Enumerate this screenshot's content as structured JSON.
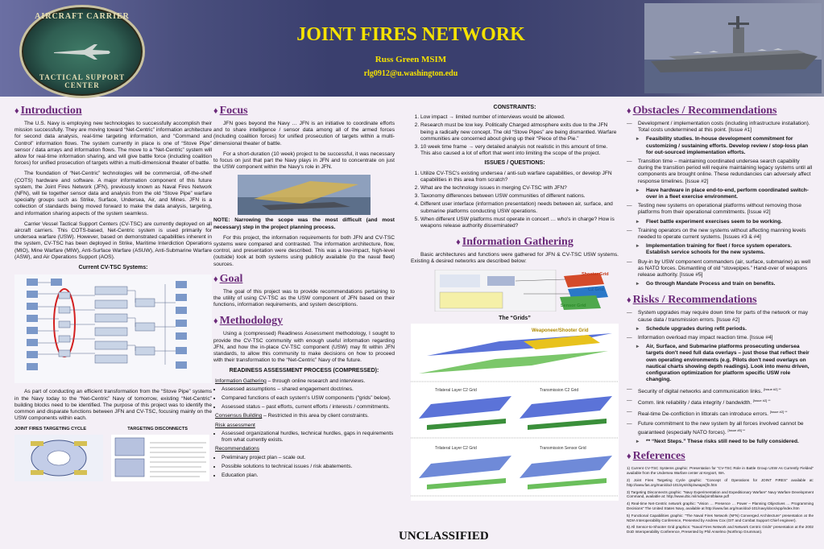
{
  "header": {
    "logo_top": "AIRCRAFT CARRIER",
    "logo_bottom": "TACTICAL SUPPORT CENTER",
    "title": "JOINT FIRES NETWORK",
    "authors": "Russ Green   MSIM",
    "email": "rlg0912@u.washington.edu"
  },
  "intro": {
    "heading": "Introduction",
    "p1": "The U.S. Navy is employing new technologies to successfully accomplish their mission successfully.  They are moving toward “Net-Centric” information architecture for second data analysis, real-time targeting information, and “Command and Control” information flows.  The system currently in place is one of “Stove Pipe” sensor / data arrays and information flows.  The move to a “Net-Centric” system will allow for real-time information sharing, and will give battle force (including coalition forces) for unified prosecution of targets within a multi-dimensional theater of battle.",
    "p2": "The foundation of “Net-Centric” technologies will be commercial, off-the-shelf (COTS) hardware and software.  A major information component of this future system, the Joint Fires Network (JFN), previously known as Naval Fires Network (NFN), will tie together sensor data and analysis from the old “Stove Pipe” warfare specialty groups such as Strike, Surface, Undersea, Air, and Mines.  JFN is a collection of standards being moved forward to make the data analysis, targeting, and information sharing aspects of the system seamless.",
    "p3": "Carrier Vessel Tactical Support Centers (CV-TSC) are currently deployed on all aircraft carriers.  This COTS-based, Net-Centric system is used primarily for undersea warfare (USW).  However, based on demonstrated capabilities inherent in the system, CV-TSC has been deployed in Strike, Maritime Interdiction Operations (MIO), Mine Warfare (MIW), Anti-Surface Warfare (ASUW), Anti-Submarine Warfare (ASW), and Air Operations Support (AOS).",
    "systems_caption": "Current CV-TSC Systems:",
    "p4": "As part of conducting an efficient transformation from the “Stove Pipe” systems in the Navy today to the “Net-Centric” Navy of tomorrow, existing “Net-Centric” building blocks need to be identified.  The purpose of this project was to identify the common and disparate functions between JFN and CV-TSC, focusing mainly on the USW components within each.",
    "cap_left": "JOINT FIRES TARGETING CYCLE",
    "cap_right": "TARGETING DISCONNECTS"
  },
  "focus": {
    "heading": "Focus",
    "p1": "JFN goes beyond the Navy … JFN is an initiative to coordinate efforts and to share intelligence / sensor data among all of the armed forces (including coalition forces) for unified prosecution of targets within a multi-dimensional theater of battle.",
    "p2": "For a short-duration (10 week) project to be successful, it was necessary to focus on just that part the Navy plays in JFN and to concentrate on just the USW component within the Navy's role in JFN.",
    "note": "NOTE:  Narrowing the scope was the most difficult (and most necessary) step in the project planning process.",
    "p3": "For this project, the information requirements for both JFN and CV-TSC systems were compared and contrasted.  The information architecture, flow, control, and presentation were described.  This was a low-impact, high-level (outside) look at both systems using publicly available (to the naval fleet) sources."
  },
  "goal": {
    "heading": "Goal",
    "p1": "The goal of this project was to provide recommendations pertaining to the utility of using CV-TSC as the USW component of JFN based on their functions, information requirements, and system descriptions."
  },
  "method": {
    "heading": "Methodology",
    "p1": "Using a (compressed) Readiness Assessment methodology, I sought to provide the CV-TSC community with enough useful information regarding JFN, and how the in-place CV-TSC component (USW) may fit within JFN standards, to allow this community to make decisions on how to proceed with their transformation to the “Net-Centric” Navy of the future.",
    "subhead": "READINESS ASSESSMENT PROCESS (COMPRESSED):",
    "line1_u": "Information Gathering",
    "line1_rest": " – through online research and interviews.",
    "b1": "Assessed assumptions – shared engagement doctrines.",
    "b2": "Compared functions of each system's USW components (“grids” below).",
    "b3": "Assessed status – past efforts, current efforts / interests / commitments.",
    "line2_u": "Consensus Building",
    "line2_rest": " – Restricted in this area by client constraints.",
    "line3_u": "Risk assessment",
    "b4": "Assessed organizational hurdles, technical hurdles, gaps in requirements from what currently exists.",
    "line4_u": "Recommendations",
    "b5": "Preliminary project plan – scale out.",
    "b6": "Possible solutions to technical issues / risk abatements.",
    "b7": "Education plan."
  },
  "constraints": {
    "heading": "CONSTRAINTS:",
    "c1": "Low impact → limited number of interviews would be allowed.",
    "c2": "Research must be low key.  Politically Charged atmosphere exits due to the JFN being a radically new concept.  The old “Stove Pipes” are being dismantled.  Warfare communities are concerned about giving up their “Piece of the Pie.”",
    "c3": "10 week time frame → very detailed analysis not realistic in this amount of time.  This also caused a lot of effort that went into limiting the scope of the project.",
    "issues_heading": "ISSUES / QUESTIONS:",
    "q1": "Utilize CV-TSC's existing undersea / anti-sub warfare capabilities, or develop JFN capabilities in this area from scratch?",
    "q2": "What are the technology issues in merging CV-TSC with JFN?",
    "q3": "Taxonomy differences between USW communities of different nations.",
    "q4": "Different user interface (information presentation) needs between air, surface, and submarine platforms conducting USW operations.",
    "q5": "When different USW platforms must operate in concert … who's in charge?  How  is weapons release authority disseminated?"
  },
  "info": {
    "heading": "Information Gathering",
    "p1": "Basic architectures and functions were gathered for JFN & CV-TSC USW systems.  Existing & desired networks are described below:",
    "shooter": "Shooter Grid",
    "c2": "C2 Grid",
    "sensor": "Sensor Grid",
    "grids_caption": "The “Grids”",
    "grid_top": "Weaponeer/Shooter Grid",
    "grid_mid_l": "Trilateral Layer C2 Grid",
    "grid_mid_r": "Transmission C2 Grid",
    "grid_bot_l": "Trilateral Layer C2 Grid",
    "grid_bot_r": "Transmission Sensor Grid"
  },
  "obstacles": {
    "heading": "Obstacles / Recommendations",
    "o1": "Development / implementation costs (including infrastructure installation).  Total costs undetermined at this point.  [Issue #1]",
    "s1": "Feasibility studies.  In-house development commitment for customizing / sustaining efforts.  Develop review / stop-loss plan for out-sourced implementation efforts.",
    "o2": "Transition time – maintaining coordinated undersea search capability during the transition period will require maintaining legacy systems until all components are brought online.  These redundancies can adversely affect response timelines.  [Issue #2]",
    "s2": "Have hardware in place end-to-end, perform coordinated switch-over in a fleet exercise environment.",
    "o3": "Testing new systems on operational platforms without removing those platforms from their operational commitments.  [Issue #2]",
    "s3": "Fleet battle experiment exercises seem to be working.",
    "o4": "Training operators on the new systems without affecting manning levels needed to operate current systems.  [Issues #3 & #4]",
    "s4": "Implementation training for fleet / force system operators.  Establish service schools for the new systems.",
    "o5": "Buy-in by USW component commanders (air, surface, submarine) as well as NATO forces.  Dismantling of old “stovepipes.”  Hand-over of weapons release authority.  [Issue #5]",
    "s5": "Go through Mandate Process and train on benefits."
  },
  "risks": {
    "heading": "Risks / Recommendations",
    "r1": "System upgrades may require down time for parts of the network or may cause data / transmission errors.  [Issue #2]",
    "s1": "Schedule upgrades during refit periods.",
    "r2": "Information overload may impact reaction time.  [Issue #4]",
    "s2": "Air, Surface, and Submarine platforms prosecuting undersea targets don't need full data overlays – just those that reflect their own operating environments (e.g.  Pilots don't need overlays on nautical charts showing depth readings).  Look into menu driven, configuration optimization for platform specific USW role changing.",
    "r3": "Security of digital networks and communication links.",
    "r3_tag": "[Issue #2] **",
    "r4": "Comm. link reliability / data integrity / bandwidth.",
    "r4_tag": "[Issue #2] **",
    "r5": "Real-time De-confliction in littorals can introduce errors.",
    "r5_tag": "[Issue #2] **",
    "r6": "Future commitment to the new system by all forces involved cannot be guaranteed (especially NATO forces).",
    "r6_tag": "[Issue #5] **",
    "s6": "** “Next Steps.”  These risks still need to be fully considered."
  },
  "references": {
    "heading": "References",
    "r1": "1) Current CV-TSC Systems graphic:  Presentation for “CV-TSC Role in Battle Group USW As Currently  Fielded” available from the Undersea Warfare center at Keyport, WA.",
    "r2": "2) Joint Fires Targeting Cycle graphic:  “Concept of Operations for JOINT FIRES” available at: http://www.fas.org/man/dod-101/sys/ship/weaps/jfn.htm",
    "r3": "3) Targeting Disconnects graphic:  “Navy Experimentation and Expeditionary Warfare” Navy Warfare Development Command, available at: http://www.dtic.mil/ndia/joint/blaise.pdf",
    "r4": "4) Real-time Net-Centric network graphic:  “Vision … Presence … Power – Planning Objectives … Programming Decisions” The United States Navy, available at http://www.fas.org/man/dod-101/navy/docs/vpp/index.htm",
    "r5": "5) Functional Capabilities graphic: “The Naval Fires Network (NFN) Converged Architecture” presentation at the NDIA Interoperability Conference, Presented by Andrew Cox (GIT and Combat Support Chief engineer).",
    "r6": "6) All Sensor-to-Shooter Grid graphics:  “Naval Fires Network and Network Centric Grids” presentation at the 2002 DoD Interoperability Conference, Presented by Phil Anselmo (Northrop Grumman)."
  },
  "footer": "UNCLASSIFIED"
}
